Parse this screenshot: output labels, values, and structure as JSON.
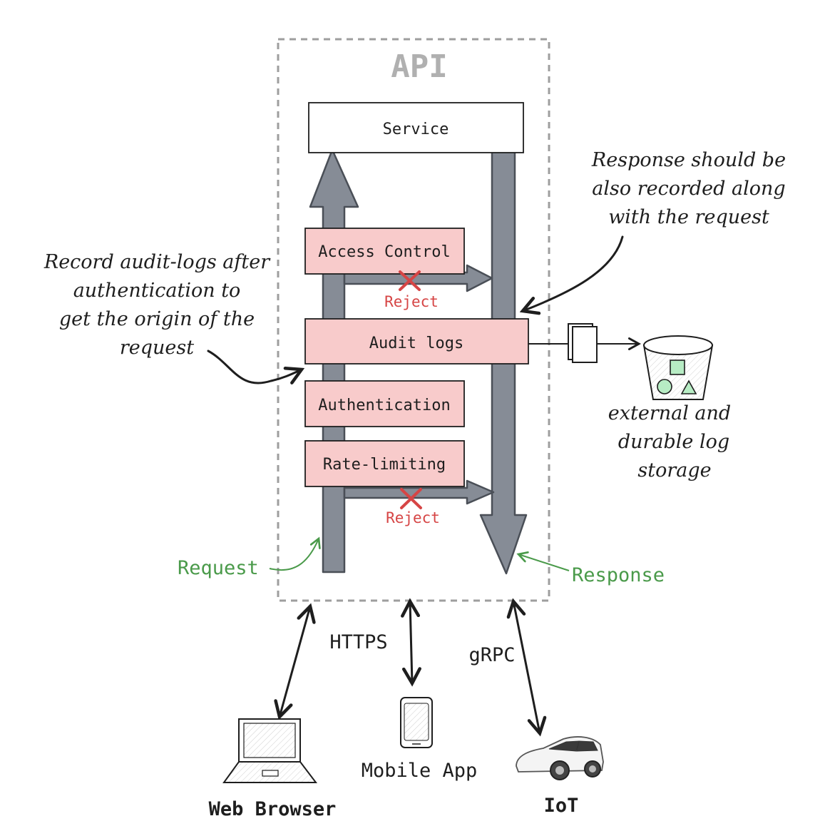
{
  "api": {
    "title": "API"
  },
  "components": {
    "service": "Service",
    "access_control": "Access Control",
    "audit_logs": "Audit logs",
    "authentication": "Authentication",
    "rate_limiting": "Rate-limiting"
  },
  "rejects": {
    "access_control": "Reject",
    "rate_limiting": "Reject"
  },
  "flow": {
    "request": "Request",
    "response": "Response"
  },
  "annotations": {
    "audit_note": [
      "Record audit-logs after",
      "authentication to",
      "get the origin of the",
      "request"
    ],
    "response_note": [
      "Response should be",
      "also recorded along",
      "with the request"
    ],
    "storage": [
      "external and",
      "durable log",
      "storage"
    ]
  },
  "protocols": {
    "https": "HTTPS",
    "grpc": "gRPC"
  },
  "clients": {
    "web": "Web Browser",
    "mobile": "Mobile App",
    "iot": "IoT"
  },
  "colors": {
    "component_fill": "#f8cbcb",
    "arrow_fill": "#868c96",
    "reject": "#d64545",
    "flow_text": "#4a9a4a",
    "storage_fill": "#b7ecc4",
    "api_border": "#9e9e9e"
  }
}
